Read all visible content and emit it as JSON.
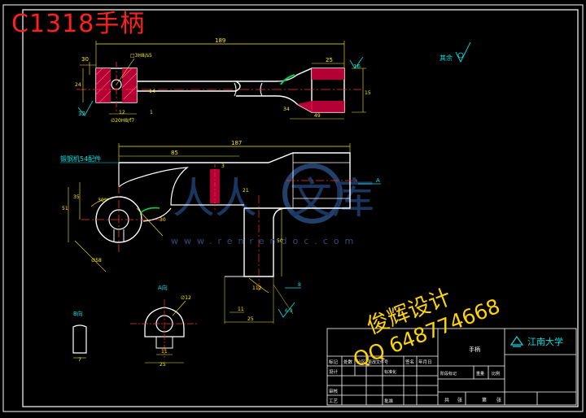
{
  "drawing": {
    "title": "C1318手柄",
    "top_dims": {
      "d189": "189",
      "d30": "30",
      "d24": "24",
      "d32": "32",
      "thread": "□3H8/s5",
      "d20H": "∅20H8/f7",
      "d14": "14",
      "d1": "1",
      "d25": "25",
      "d12": "12",
      "d16": "16",
      "d34": "34",
      "d49": "49",
      "d15": "15"
    },
    "side_dims": {
      "note": "锻钢机54配件",
      "d85": "85",
      "d187": "187",
      "d3a": "3",
      "d21": "21",
      "d51": "51",
      "d35": "35",
      "d30b": "30",
      "angle30": "30°",
      "r58": "∅58",
      "d50": "50",
      "d11": "11",
      "d25b": "25",
      "d112": "112",
      "d8": "8",
      "d63": "6.3",
      "view_A_marker": "A"
    },
    "roughness_note": "其余",
    "view_a_label": "A向",
    "view_a_dims": {
      "d12": "∅12",
      "d25": "25",
      "d11": "11"
    },
    "view_b_label": "B向",
    "view_b_dims": {
      "d7": "7"
    },
    "watermark": {
      "brand_left": "人人",
      "brand_right": "文库",
      "url": "www.renrendoc.com",
      "stamp_line1": "俊辉设计",
      "stamp_line2": "QQ 648774668"
    },
    "title_block": {
      "part_name": "手柄",
      "school": "江南大学",
      "row1": [
        "标记",
        "处数",
        "分区",
        "更改文件号",
        "签名",
        "年月日"
      ],
      "design": "设计",
      "standardize": "标准化",
      "review": "审核",
      "process": "工艺",
      "approve": "批准",
      "stage_cols": [
        "阶段标记",
        "重量",
        "比例"
      ],
      "sheet_cols": [
        "共",
        "张",
        "第",
        "张"
      ]
    }
  }
}
